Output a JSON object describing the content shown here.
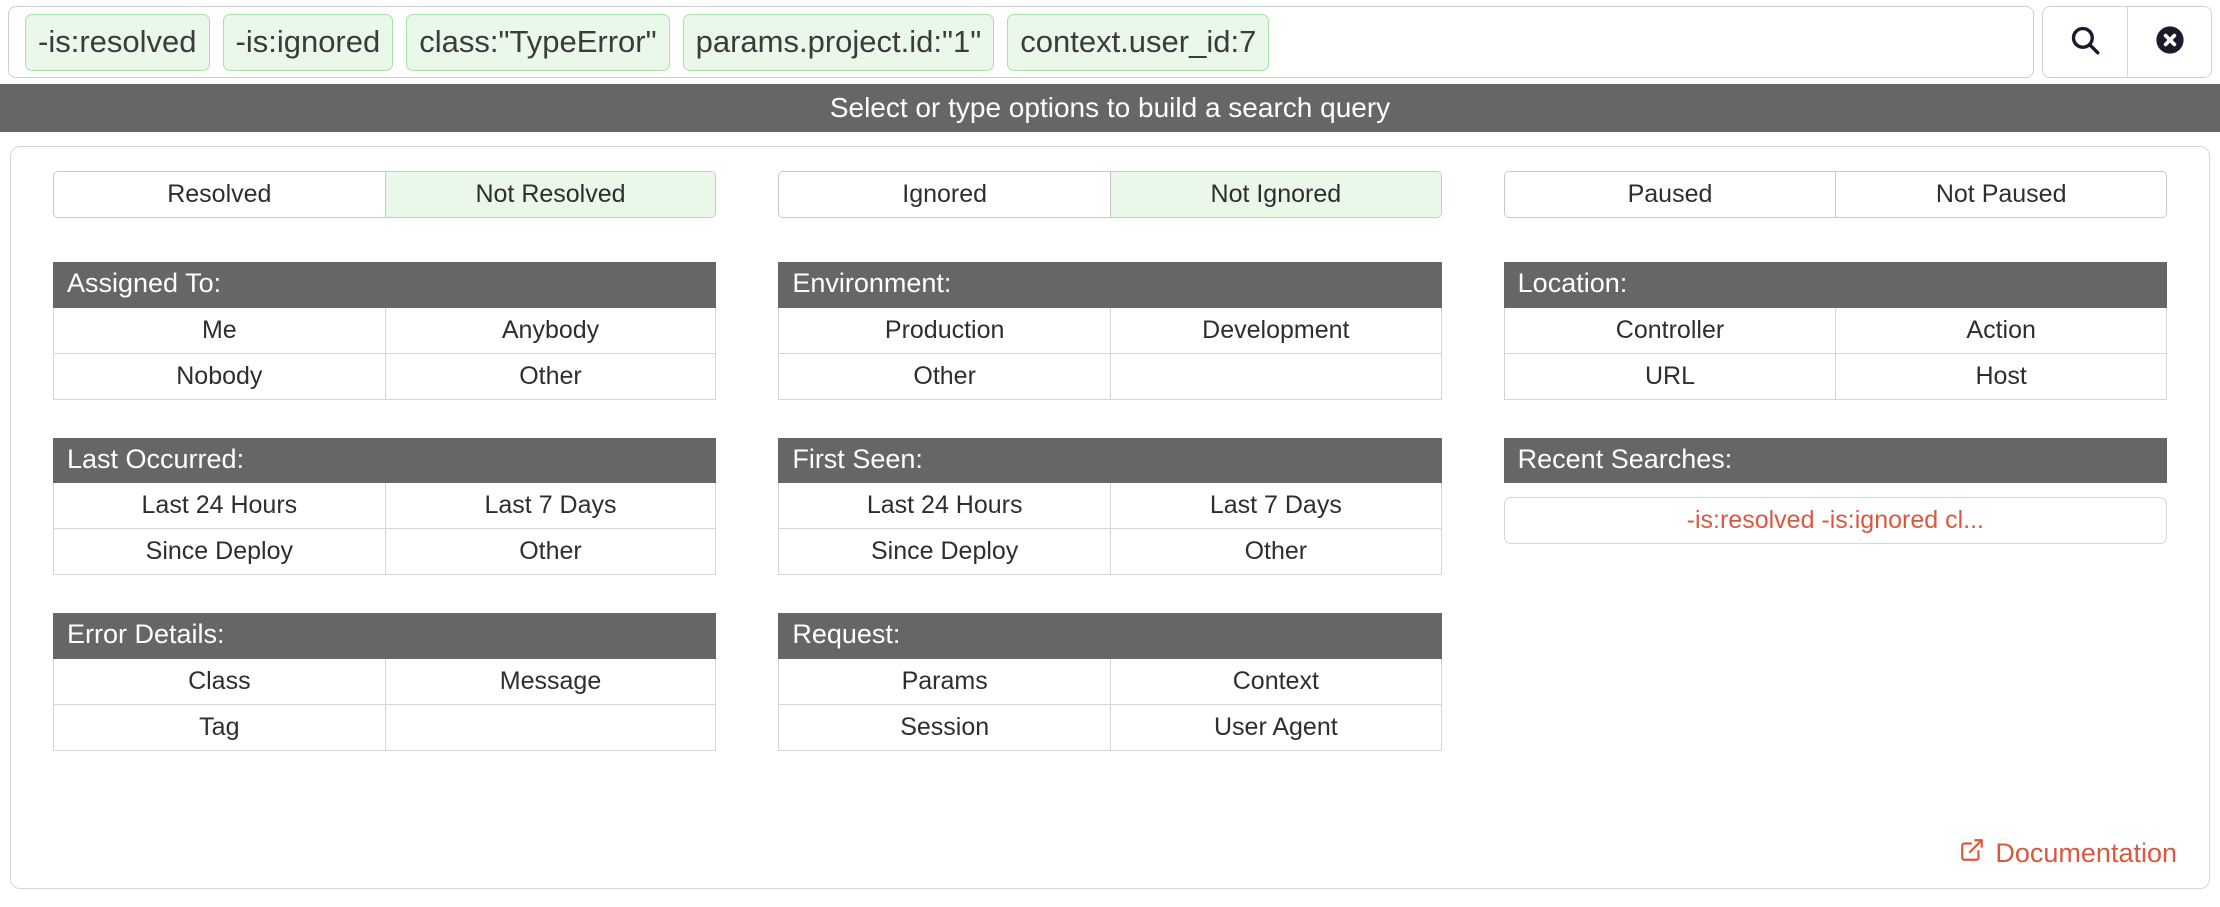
{
  "search": {
    "tokens": [
      "-is:resolved",
      "-is:ignored",
      "class:\"TypeError\"",
      "params.project.id:\"1\"",
      "context.user_id:7"
    ],
    "search_button_icon": "search-icon",
    "clear_button_icon": "clear-circle-icon"
  },
  "prompt": {
    "text": "Select or type options to build a search query"
  },
  "toggles": [
    {
      "left": "Resolved",
      "right": "Not Resolved",
      "selected": "right"
    },
    {
      "left": "Ignored",
      "right": "Not Ignored",
      "selected": "right"
    },
    {
      "left": "Paused",
      "right": "Not Paused",
      "selected": "none"
    }
  ],
  "columns": [
    {
      "sections": [
        {
          "title": "Assigned To:",
          "rows": [
            [
              "Me",
              "Anybody"
            ],
            [
              "Nobody",
              "Other"
            ]
          ]
        },
        {
          "title": "Last Occurred:",
          "rows": [
            [
              "Last 24 Hours",
              "Last 7 Days"
            ],
            [
              "Since Deploy",
              "Other"
            ]
          ]
        },
        {
          "title": "Error Details:",
          "rows": [
            [
              "Class",
              "Message"
            ],
            [
              "Tag",
              ""
            ]
          ]
        }
      ]
    },
    {
      "sections": [
        {
          "title": "Environment:",
          "rows": [
            [
              "Production",
              "Development"
            ],
            [
              "Other",
              ""
            ]
          ]
        },
        {
          "title": "First Seen:",
          "rows": [
            [
              "Last 24 Hours",
              "Last 7 Days"
            ],
            [
              "Since Deploy",
              "Other"
            ]
          ]
        },
        {
          "title": "Request:",
          "rows": [
            [
              "Params",
              "Context"
            ],
            [
              "Session",
              "User Agent"
            ]
          ]
        }
      ]
    },
    {
      "sections": [
        {
          "title": "Location:",
          "rows": [
            [
              "Controller",
              "Action"
            ],
            [
              "URL",
              "Host"
            ]
          ]
        },
        {
          "title": "Recent Searches:",
          "recent": [
            "-is:resolved -is:ignored cl..."
          ]
        }
      ]
    }
  ],
  "footer": {
    "documentation_label": "Documentation",
    "documentation_icon": "external-link-icon"
  },
  "colors": {
    "header_gray": "#666666",
    "token_bg": "#eaf8ea",
    "token_border": "#a6e3a6",
    "selected_bg": "#eaf8ea",
    "accent_orange": "#d9593f",
    "border_gray": "#d6d6d6"
  }
}
